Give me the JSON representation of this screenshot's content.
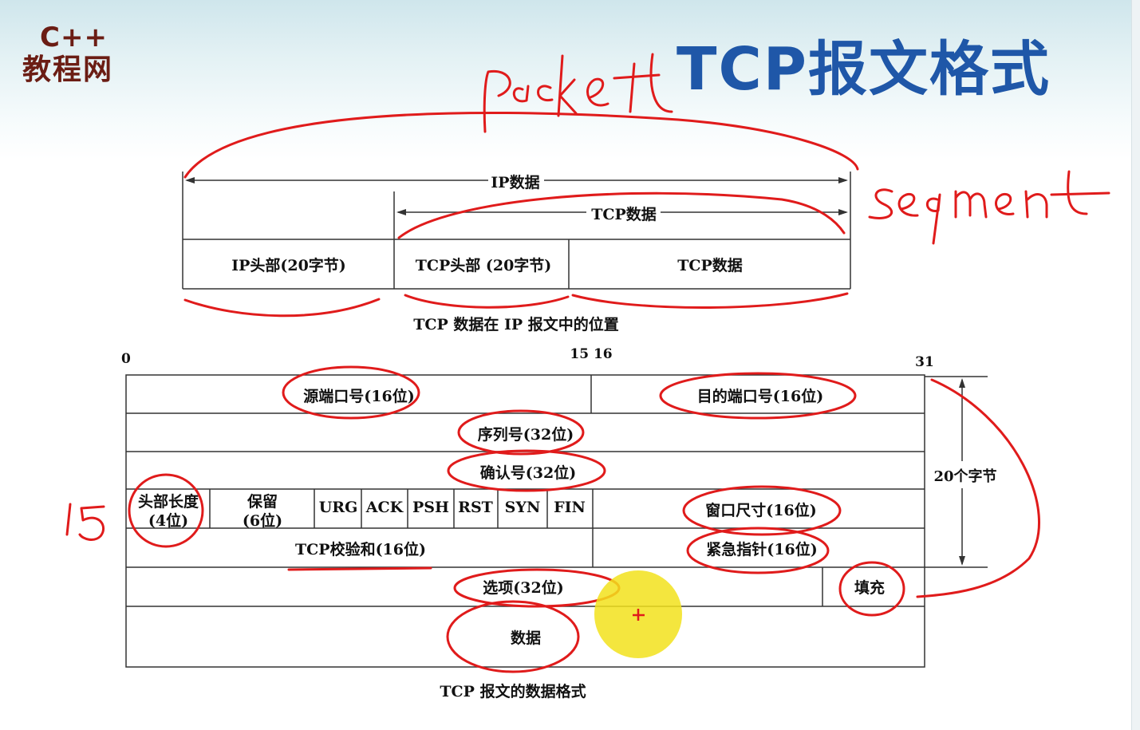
{
  "header": {
    "logo_line1": "C++",
    "logo_line2": "教程网",
    "title": "TCP报文格式"
  },
  "ip_diagram": {
    "span_ip_data": "IP数据",
    "span_tcp_data": "TCP数据",
    "cells": [
      "IP头部(20字节)",
      "TCP头部 (20字节)",
      "TCP数据"
    ],
    "caption": "TCP 数据在 IP 报文中的位置"
  },
  "tcp_format": {
    "bit_labels": {
      "start": "0",
      "mid": "15 16",
      "end": "31"
    },
    "rows": {
      "src_port": "源端口号(16位)",
      "dst_port": "目的端口号(16位)",
      "seq": "序列号(32位)",
      "ack_num": "确认号(32位)",
      "header_len_line1": "头部长度",
      "header_len_line2": "(4位)",
      "reserved_line1": "保留",
      "reserved_line2": "(6位)",
      "flags": [
        "URG",
        "ACK",
        "PSH",
        "RST",
        "SYN",
        "FIN"
      ],
      "window": "窗口尺寸(16位)",
      "checksum": "TCP校验和(16位)",
      "urgent": "紧急指针(16位)",
      "options": "选项(32位)",
      "padding": "填充",
      "data": "数据"
    },
    "side_label": "20个字节",
    "caption": "TCP 报文的数据格式"
  },
  "annotations": {
    "packet": "packet",
    "segment": "segment",
    "fifteen": "15"
  },
  "colors": {
    "title": "#1f57a8",
    "logo": "#6b1d14",
    "ink": "#e01b1b",
    "cursor": "#f2e21c"
  }
}
